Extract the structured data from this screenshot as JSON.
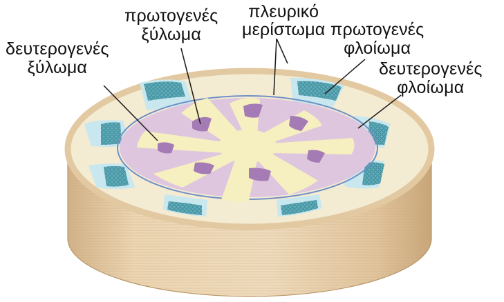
{
  "labels": {
    "secondary_xylem": {
      "line1": "δευτερογενές",
      "line2": "ξύλωμα"
    },
    "primary_xylem": {
      "line1": "πρωτογενές",
      "line2": "ξύλωμα"
    },
    "lateral_meristem": {
      "line1": "πλευρικό",
      "line2": "μερίστωμα"
    },
    "primary_phloem": {
      "line1": "πρωτογενές",
      "line2": "φλοίωμα"
    },
    "secondary_phloem": {
      "line1": "δευτερογενές",
      "line2": "φλοίωμα"
    }
  },
  "colors": {
    "bark": "#e7cfaa",
    "bark_dark": "#c9a97c",
    "top_cortex": "#f3ead0",
    "pith": "#f7f0c0",
    "secondary_xylem": "#dcc3dc",
    "primary_xylem": "#a77bb5",
    "secondary_phloem": "#c6e6ec",
    "primary_phloem": "#5eaab6",
    "meristem_ring": "#6f92c4",
    "leader_lines": "#222222"
  }
}
